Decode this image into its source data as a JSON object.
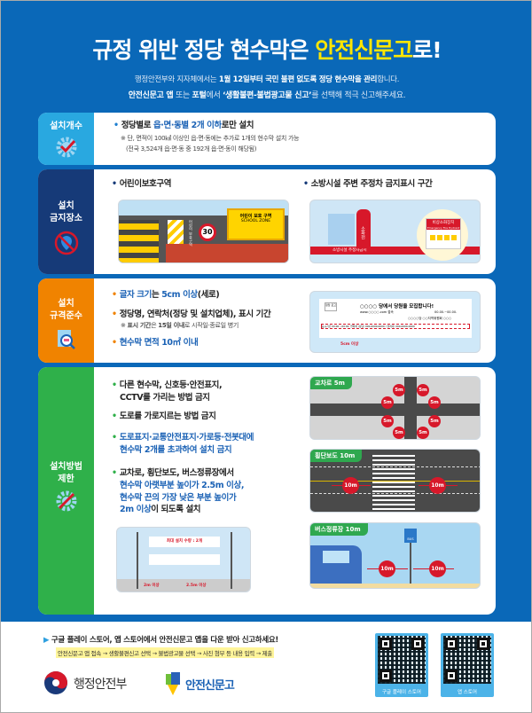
{
  "header": {
    "title_main": "규정 위반 정당 현수막은 ",
    "title_highlight": "안전신문고",
    "title_end": "로!",
    "sub1_a": "행정안전부와 지자체에서는 ",
    "sub1_b": "1월 12일부터 국민 불편 없도록 정당 현수막을 관리",
    "sub1_c": "합니다.",
    "sub2_a": "안전신문고 앱",
    "sub2_b": " 또는 ",
    "sub2_c": "포털",
    "sub2_d": "에서 ",
    "sub2_e": "‘생활불편-불법광고물 신고’",
    "sub2_f": "를 선택해 적극 신고해주세요."
  },
  "sections": [
    {
      "label": "설치개수",
      "color": "#29a8e0",
      "bullet_a": "정당별로 ",
      "bullet_b": "읍·면·동별 2개 이하",
      "bullet_c": "로만 설치",
      "note1": "※ 단, 면적이 100㎢ 이상인 읍·면·동에는 추가로 1개의 현수막 설치 가능",
      "note2": "(전국 3,524개 읍·면·동 중 192개 읍·면·동이 해당됨)"
    },
    {
      "label1": "설치",
      "label2": "금지장소",
      "color": "#163a78",
      "bullet1": "어린이보호구역",
      "bullet2": "소방시설 주변 주정차 금지표시 구간",
      "school_sign": "어린이 보호 구역",
      "school_zone": "SCHOOL ZONE",
      "speed": "30",
      "road_text": "어린이 보호구역",
      "hydrant_text": "소화전",
      "fire_box": "비상소화장치",
      "fire_box_en": "Emergency Fire Hydrant",
      "curb_text": "소방시설 주정차금지"
    },
    {
      "label1": "설치",
      "label2": "규격준수",
      "color": "#f08300",
      "b1_a": "글자 크기",
      "b1_b": "는 ",
      "b1_c": "5cm 이상",
      "b1_d": "(세로)",
      "b2": "정당명, 연락처(정당 및 설치업체), 표시 기간",
      "note_a": "※ ",
      "note_b": "표시 기간",
      "note_c": "은 ",
      "note_d": "15일 이내",
      "note_e": "로 시작일·종료일 병기",
      "b3": "현수막 면적 10㎡ 이내",
      "banner_party": "정당 로고",
      "banner_title": "○○○○ 당에서 당원을 모집합니다!",
      "banner_web": "www.○○○○.com 접속",
      "banner_date": "00.00.~00.00.",
      "banner_place": "○○○○당 ○○지역위원회 ○○○",
      "banner_small": "표시기간 00.00.~00.00. 연락처 (정당) 000-0000-0000, (설치자) 000-0000-0000",
      "banner_measure": "5cm 이상"
    },
    {
      "label1": "설치방법",
      "label2": "제한",
      "color": "#2fb04a",
      "b1_l1": "다른 현수막, 신호등·안전표지,",
      "b1_l2": "CCTV를 가리는 방법 금지",
      "b2": "도로를 가로지르는 방법 금지",
      "b3_l1": "도로표지·교통안전표지·가로등·전봇대에",
      "b3_l2": "현수막 2개를 초과하여 설치 금지",
      "b4_l1": "교차로, 횡단보도, 버스정류장에서",
      "b4_l2": "현수막 아랫부분 높이가 2.5m 이상,",
      "b4_l3": "현수막 끈의 가장 낮은 부분 높이가",
      "b4_l4a": "2m 이상",
      "b4_l4b": "이 되도록 설치",
      "height_max": "최대 설치 수량 : 2개",
      "height_2": "2m 이상",
      "height_25": "2.5m 이상",
      "tag_cross": "교차로 5m",
      "tag_crosswalk": "횡단보도 10m",
      "tag_bus": "버스정류장 10m",
      "dist5": "5m",
      "dist10": "10m",
      "bus": "BUS"
    }
  ],
  "footer": {
    "headline": "구글 플레이 스토어, 앱 스토어에서 안전신문고 앱을 다운 받아 신고하세요!",
    "steps": "안전신문고 앱 접속 → 생활불편신고 선택 → 불법광고물 선택 → 사진 첨부 등 내용 입력 → 제출",
    "ministry": "행정안전부",
    "app": "안전신문고",
    "qr1": "구글 플레이 스토어",
    "qr2": "앱 스토어"
  }
}
